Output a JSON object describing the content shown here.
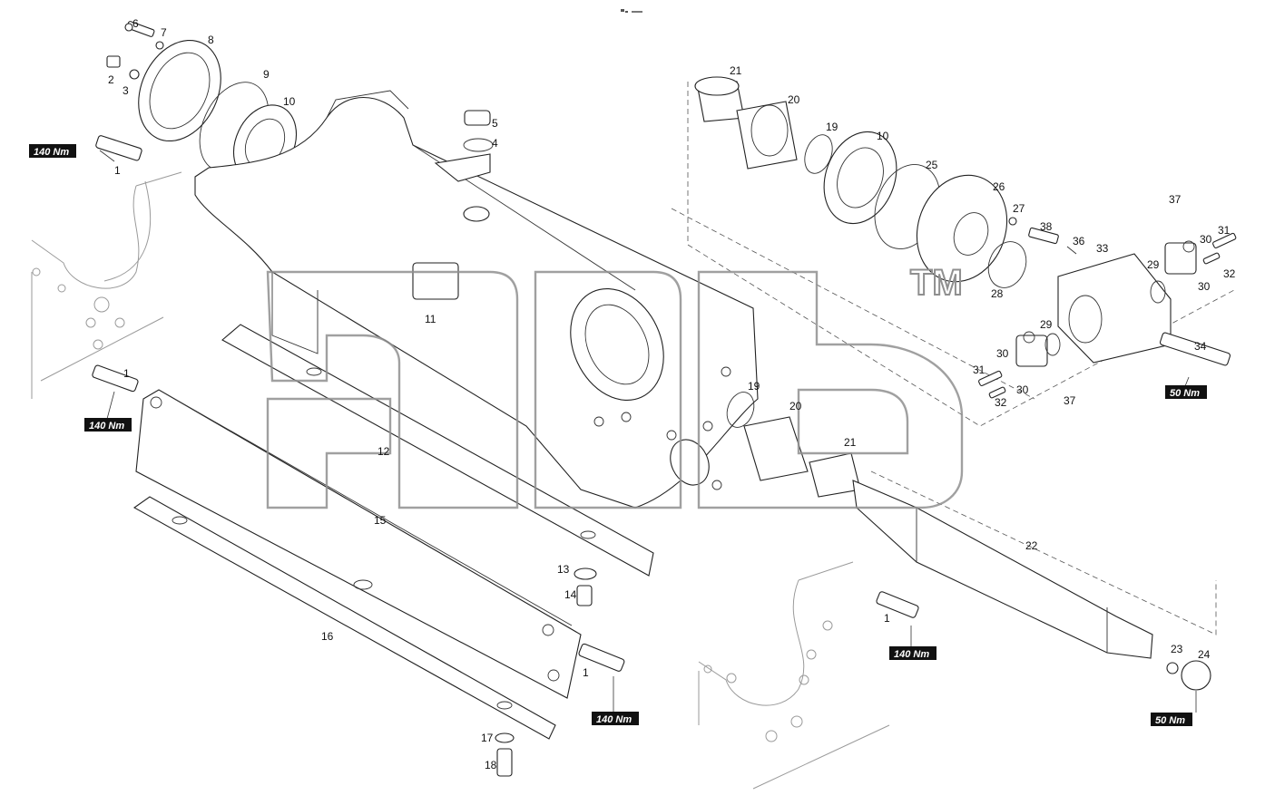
{
  "watermark": {
    "trademark": "TM"
  },
  "callouts": [
    {
      "id": "c6",
      "label": "6"
    },
    {
      "id": "c7",
      "label": "7"
    },
    {
      "id": "c8",
      "label": "8"
    },
    {
      "id": "c2",
      "label": "2"
    },
    {
      "id": "c3",
      "label": "3"
    },
    {
      "id": "c9",
      "label": "9"
    },
    {
      "id": "c10a",
      "label": "10"
    },
    {
      "id": "c5",
      "label": "5"
    },
    {
      "id": "c4",
      "label": "4"
    },
    {
      "id": "c1a",
      "label": "1"
    },
    {
      "id": "c11",
      "label": "11"
    },
    {
      "id": "c1b",
      "label": "1"
    },
    {
      "id": "c12",
      "label": "12"
    },
    {
      "id": "c15",
      "label": "15"
    },
    {
      "id": "c13",
      "label": "13"
    },
    {
      "id": "c14",
      "label": "14"
    },
    {
      "id": "c16",
      "label": "16"
    },
    {
      "id": "c1c",
      "label": "1"
    },
    {
      "id": "c17",
      "label": "17"
    },
    {
      "id": "c18",
      "label": "18"
    },
    {
      "id": "c21a",
      "label": "21"
    },
    {
      "id": "c20a",
      "label": "20"
    },
    {
      "id": "c19a",
      "label": "19"
    },
    {
      "id": "c10b",
      "label": "10"
    },
    {
      "id": "c25",
      "label": "25"
    },
    {
      "id": "c26",
      "label": "26"
    },
    {
      "id": "c27",
      "label": "27"
    },
    {
      "id": "c28",
      "label": "28"
    },
    {
      "id": "c38",
      "label": "38"
    },
    {
      "id": "c36",
      "label": "36"
    },
    {
      "id": "c33",
      "label": "33"
    },
    {
      "id": "c37a",
      "label": "37"
    },
    {
      "id": "c31a",
      "label": "31"
    },
    {
      "id": "c30a",
      "label": "30"
    },
    {
      "id": "c32a",
      "label": "32"
    },
    {
      "id": "c29a",
      "label": "29"
    },
    {
      "id": "c30b",
      "label": "30"
    },
    {
      "id": "c29b",
      "label": "29"
    },
    {
      "id": "c30c",
      "label": "30"
    },
    {
      "id": "c31b",
      "label": "31"
    },
    {
      "id": "c30d",
      "label": "30"
    },
    {
      "id": "c32b",
      "label": "32"
    },
    {
      "id": "c37b",
      "label": "37"
    },
    {
      "id": "c34",
      "label": "34"
    },
    {
      "id": "c19b",
      "label": "19"
    },
    {
      "id": "c20b",
      "label": "20"
    },
    {
      "id": "c21b",
      "label": "21"
    },
    {
      "id": "c22",
      "label": "22"
    },
    {
      "id": "c1d",
      "label": "1"
    },
    {
      "id": "c23",
      "label": "23"
    },
    {
      "id": "c24",
      "label": "24"
    }
  ],
  "torque_labels": [
    {
      "id": "t1",
      "text": "140 Nm"
    },
    {
      "id": "t2",
      "text": "140 Nm"
    },
    {
      "id": "t3",
      "text": "140 Nm"
    },
    {
      "id": "t4",
      "text": "140 Nm"
    },
    {
      "id": "t5",
      "text": "50 Nm"
    },
    {
      "id": "t6",
      "text": "50 Nm"
    }
  ],
  "colors": {
    "line": "#222222",
    "watermark": "#8f8f8f",
    "torque_bg": "#111111"
  }
}
